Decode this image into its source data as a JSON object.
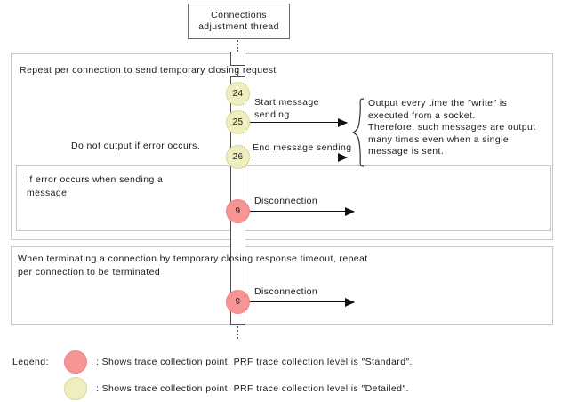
{
  "diagram": {
    "actor": {
      "line1": "Connections",
      "line2": "adjustment  thread"
    },
    "frames": [
      {
        "id": "frame-repeat-send",
        "label": "Repeat per connection to send temporary closing request"
      },
      {
        "id": "frame-error",
        "label": "If error occurs when sending a\nmessage"
      },
      {
        "id": "frame-terminate",
        "label": "When terminating a connection by temporary closing response timeout, repeat\nper connection to be terminated"
      }
    ],
    "nodes": [
      {
        "id": "node-24",
        "label": "24",
        "level": "detailed"
      },
      {
        "id": "node-25",
        "label": "25",
        "level": "detailed"
      },
      {
        "id": "node-26",
        "label": "26",
        "level": "detailed"
      },
      {
        "id": "node-9-error",
        "label": "9",
        "level": "standard"
      },
      {
        "id": "node-9-terminate",
        "label": "9",
        "level": "standard"
      }
    ],
    "messages": [
      {
        "id": "msg-start",
        "label": "Start message\nsending"
      },
      {
        "id": "msg-end",
        "label": "End message sending"
      },
      {
        "id": "msg-disconnect-error",
        "label": "Disconnection"
      },
      {
        "id": "msg-disconnect-terminate",
        "label": "Disconnection"
      }
    ],
    "notes": [
      {
        "id": "note-no-output",
        "text": "Do not output if error occurs."
      },
      {
        "id": "note-write-output",
        "text": "Output every time the ″write″ is\nexecuted from a socket.\nTherefore, such messages are output\nmany times even when a single\nmessage is sent."
      }
    ]
  },
  "legend": {
    "title": "Legend:",
    "items": [
      {
        "level": "standard",
        "text": ": Shows trace collection point. PRF trace collection level is ″Standard″."
      },
      {
        "level": "detailed",
        "text": ": Shows trace collection point. PRF trace collection level is ″Detailed″."
      }
    ]
  },
  "colors": {
    "standard": "#f79494",
    "detailed": "#eeeebe",
    "frame_border": "#c8c8c8",
    "line": "#4d4d4d",
    "arrow": "#111111"
  }
}
